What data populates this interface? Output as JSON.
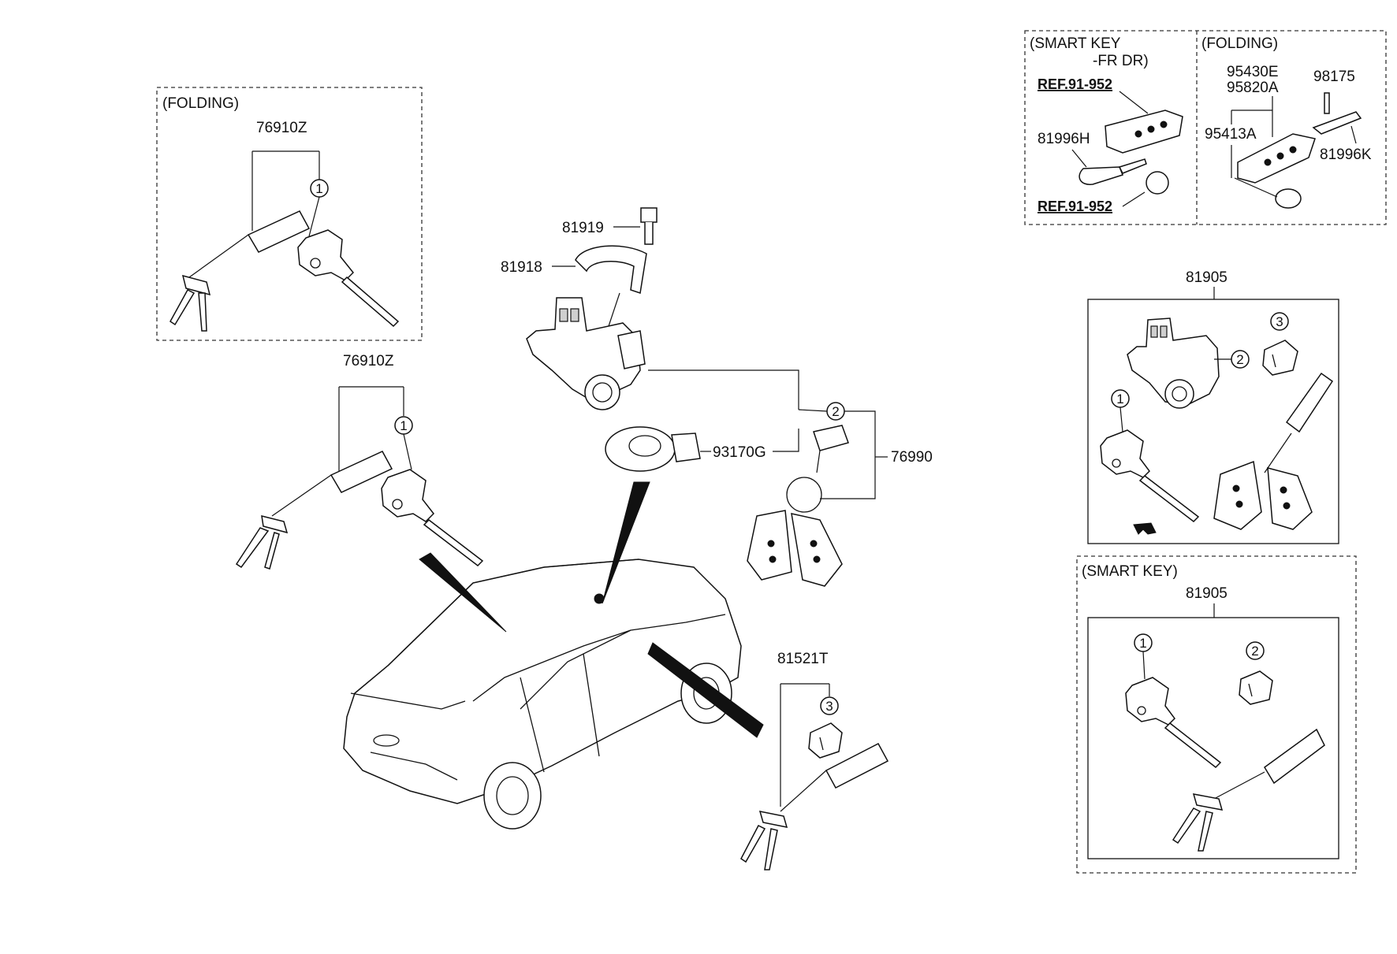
{
  "boxes": {
    "folding_left": "(FOLDING)",
    "smart_key_fr_dr_line1": "(SMART KEY",
    "smart_key_fr_dr_line2": "-FR DR)",
    "folding_right": "(FOLDING)",
    "smart_key_bottom": "(SMART KEY)"
  },
  "refs": {
    "ref_top": "REF.91-952",
    "ref_bottom": "REF.91-952"
  },
  "parts": {
    "p76910Z_a": "76910Z",
    "p76910Z_b": "76910Z",
    "p81919": "81919",
    "p81918": "81918",
    "p93170G": "93170G",
    "p76990": "76990",
    "p81521T": "81521T",
    "p81996H": "81996H",
    "p95430E": "95430E",
    "p95820A": "95820A",
    "p98175": "98175",
    "p95413A": "95413A",
    "p81996K": "81996K",
    "p81905_a": "81905",
    "p81905_b": "81905"
  },
  "callouts": {
    "c1": "1",
    "c2": "2",
    "c3": "3"
  }
}
